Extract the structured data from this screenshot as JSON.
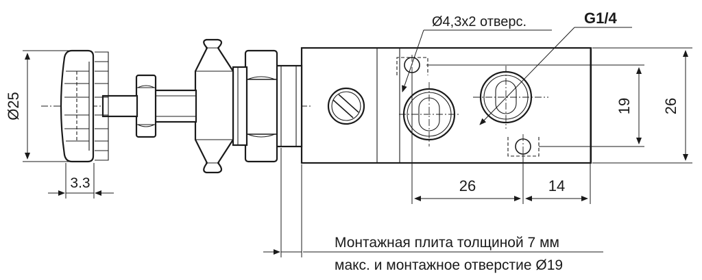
{
  "dimensions": {
    "knob_diameter": "Ø25",
    "knob_offset": "3.3",
    "hole_spec": "Ø4,3x2 отверс.",
    "port_thread": "G1/4",
    "hole_spacing_vertical": "19",
    "body_height": "26",
    "port_to_port": "26",
    "port_to_end": "14"
  },
  "note": {
    "line1": "Монтажная плита толщиной 7 мм",
    "line2": "макс. и монтажное отверстие Ø19"
  }
}
